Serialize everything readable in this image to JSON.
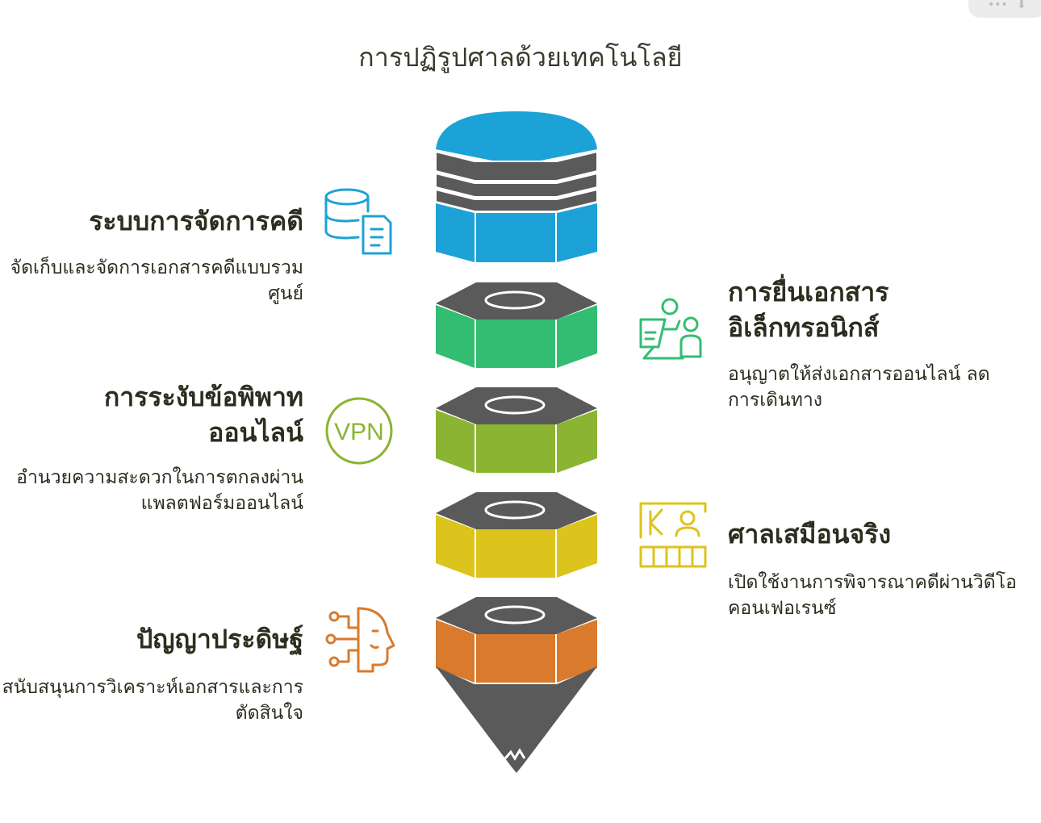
{
  "title": "การปฏิรูปศาลด้วยเทคโนโลยี",
  "colors": {
    "top": "#1ca2d6",
    "dark": "#5a5a5a",
    "green": "#33bd73",
    "lime": "#8ab431",
    "yellow": "#dcc41c",
    "orange": "#d97a2c"
  },
  "items": [
    {
      "heading": "ระบบการจัดการคดี",
      "description": "จัดเก็บและจัดการเอกสารคดีแบบรวมศูนย์",
      "icon": "database-document-icon",
      "color": "#1ca2d6"
    },
    {
      "heading": "การยื่นเอกสารอิเล็กทรอนิกส์",
      "description": "อนุญาตให้ส่งเอกสารออนไลน์ ลดการเดินทาง",
      "icon": "person-at-laptop-icon",
      "color": "#33bd73"
    },
    {
      "heading": "การระงับข้อพิพาทออนไลน์",
      "description": "อำนวยความสะดวกในการตกลงผ่านแพลตฟอร์มออนไลน์",
      "icon": "vpn-icon",
      "color": "#8ab431"
    },
    {
      "heading": "ศาลเสมือนจริง",
      "description": "เปิดใช้งานการพิจารณาคดีผ่านวิดีโอคอนเฟอเรนซ์",
      "icon": "virtual-court-icon",
      "color": "#dcc41c"
    },
    {
      "heading": "ปัญญาประดิษฐ์",
      "description": "สนับสนุนการวิเคราะห์เอกสารและการตัดสินใจ",
      "icon": "ai-head-icon",
      "color": "#d97a2c"
    }
  ]
}
